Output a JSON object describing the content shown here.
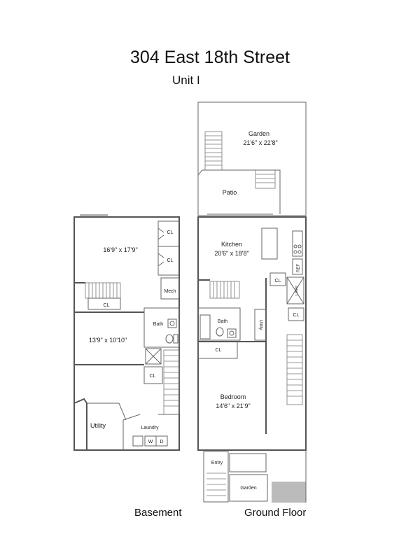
{
  "header": {
    "title": "304 East 18th Street",
    "unit": "Unit I"
  },
  "captions": {
    "basement": "Basement",
    "ground_floor": "Ground Floor"
  },
  "basement": {
    "room_main": "16'9\" x 17'9\"",
    "room_middle": "13'9\" x 10'10\"",
    "cl_1": "CL",
    "cl_2": "CL",
    "cl_3": "CL",
    "cl_4": "CL",
    "mech": "Mech",
    "bath": "Bath",
    "utility": "Utility",
    "laundry": "Laundry",
    "washer": "W",
    "dryer": "D"
  },
  "ground": {
    "garden_label": "Garden",
    "garden_dims": "21'6\" x 22'8\"",
    "patio": "Patio",
    "kitchen_label": "Kitchen",
    "kitchen_dims": "20'6\" x 18'8\"",
    "ref": "REF",
    "cl_1": "CL",
    "cl_2": "CL",
    "cl_3": "CL",
    "bath": "Bath",
    "utility": "Utility",
    "bedroom_label": "Bedroom",
    "bedroom_dims": "14'6\" x 21'9\"",
    "entry": "Entry",
    "garden_small": "Garden",
    "elevator": "Lower"
  }
}
